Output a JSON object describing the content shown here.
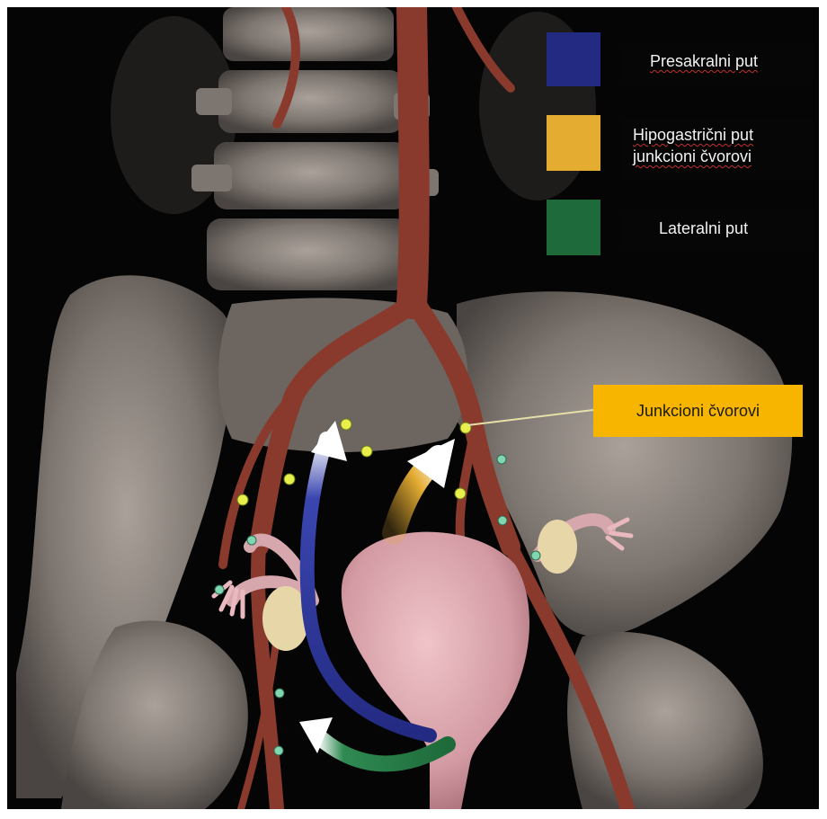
{
  "legend": {
    "items": [
      {
        "id": "presacral",
        "color": "#232a82",
        "lines": [
          "Presakralni put"
        ]
      },
      {
        "id": "hypogastric",
        "color": "#e5ac32",
        "lines": [
          "Hipogastrični put",
          "junkcioni čvorovi"
        ]
      },
      {
        "id": "lateral",
        "color": "#1e6a3a",
        "lines": [
          "Lateralni put"
        ]
      }
    ]
  },
  "callout": {
    "label": "Junkcioni čvorovi",
    "color": "#f7b500"
  },
  "colors": {
    "background": "#050505",
    "bone": "#8f8780",
    "vessel": "#8a3a2d",
    "uterus": "#d7a7ae",
    "node": "#e8ee4a",
    "lateral_node": "#7fd6b0"
  }
}
